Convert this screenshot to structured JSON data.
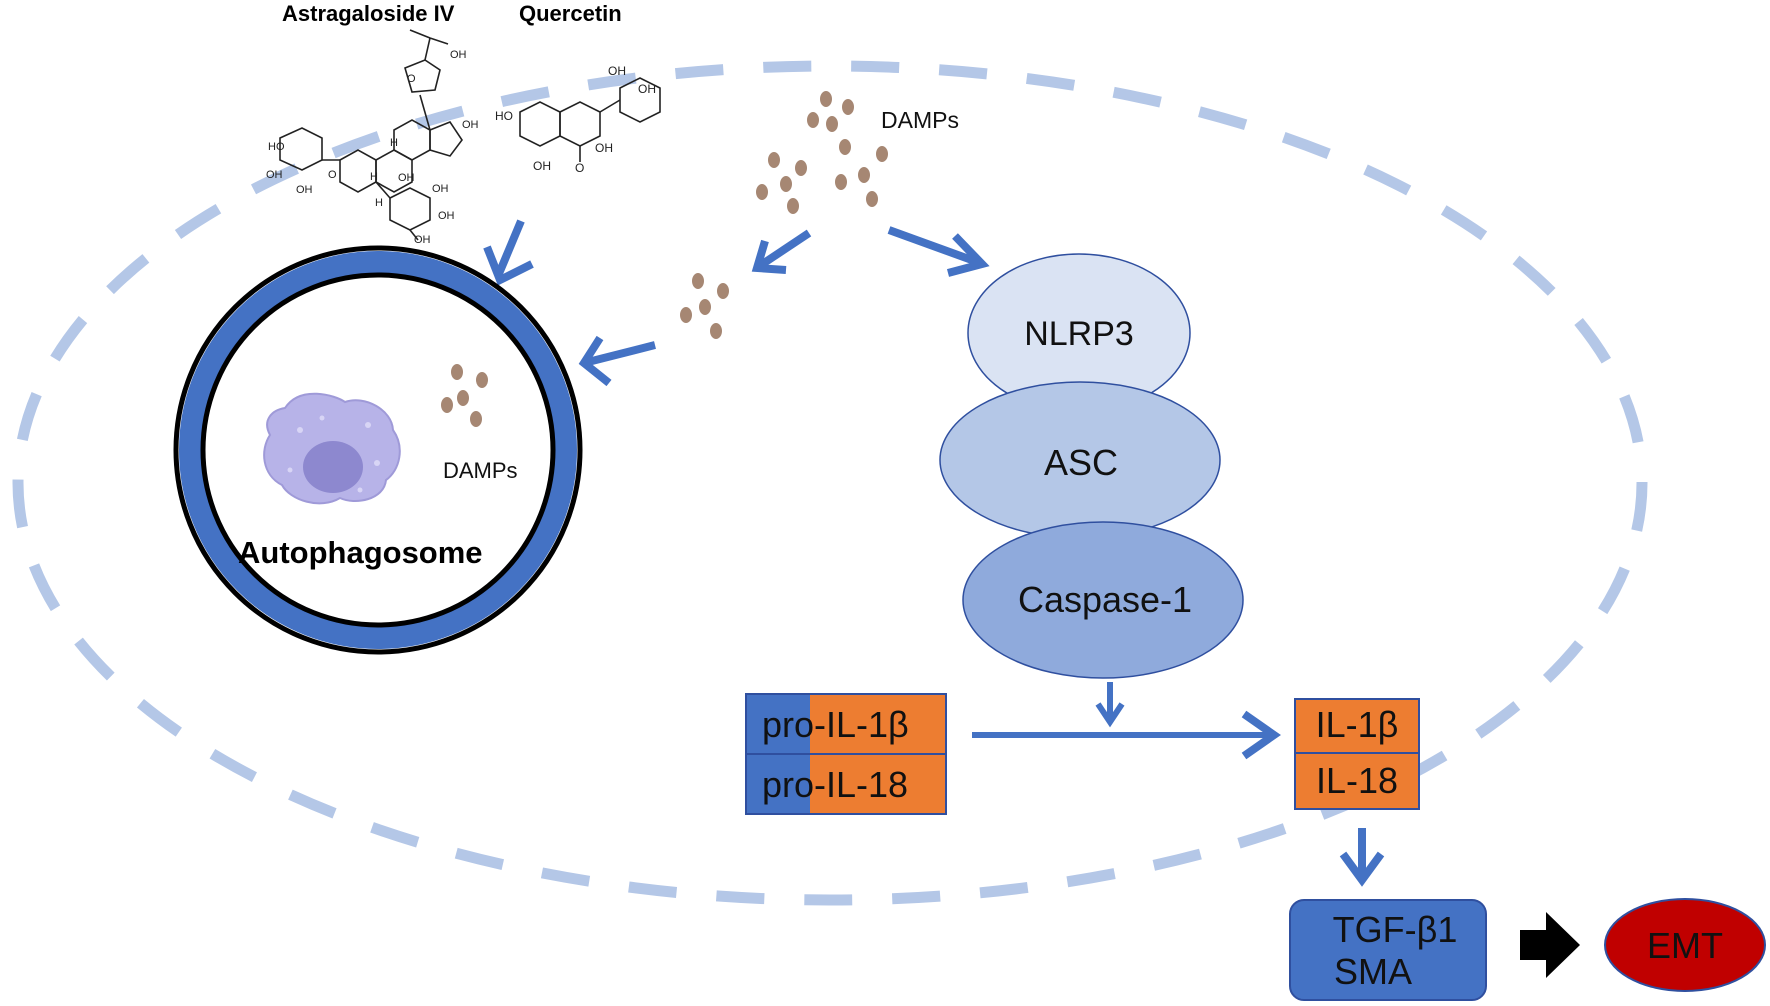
{
  "compounds": {
    "astragaloside": {
      "name": "Astragaloside IV",
      "atoms": {
        "oh_top": "OH",
        "oh_ring": "OH",
        "o_ring": "O",
        "ho_sugar": "HO",
        "oh_sugar1": "OH",
        "oh_sugar2": "OH",
        "oh_glc1": "OH",
        "oh_glc2": "OH",
        "oh_glc3": "OH",
        "oh_glc4": "OH",
        "o_link": "O",
        "h1": "H",
        "h2": "H",
        "h3": "H"
      }
    },
    "quercetin": {
      "name": "Quercetin",
      "atoms": {
        "oh_b1": "OH",
        "oh_b2": "OH",
        "ho_a": "HO",
        "oh_c": "OH",
        "oh_a2": "OH",
        "o_keto": "O"
      }
    }
  },
  "damps": {
    "top_label": "DAMPs",
    "inner_label": "DAMPs"
  },
  "autophagosome": {
    "label": "Autophagosome"
  },
  "inflammasome": {
    "nlrp3": "NLRP3",
    "asc": "ASC",
    "caspase": "Caspase-1"
  },
  "cytokines": {
    "pro": [
      "pro-IL-1β",
      "pro-IL-18"
    ],
    "mature": [
      "IL-1β",
      "IL-18"
    ]
  },
  "downstream": {
    "tgf": "TGF-β1",
    "sma": "SMA",
    "emt": "EMT"
  },
  "colors": {
    "arrow_blue": "#4472c4",
    "membrane_dash": "#b4c7e7",
    "autophagosome_ring": "#4472c4",
    "nlrp3_fill": "#dae3f3",
    "asc_fill": "#b4c7e7",
    "caspase_fill": "#8faadc",
    "cytokine_orange": "#ed7d31",
    "cytokine_blue": "#4472c4",
    "damp_brown": "#a68773",
    "emt_red": "#c00000",
    "cell_purple": "#b7b3e8"
  }
}
